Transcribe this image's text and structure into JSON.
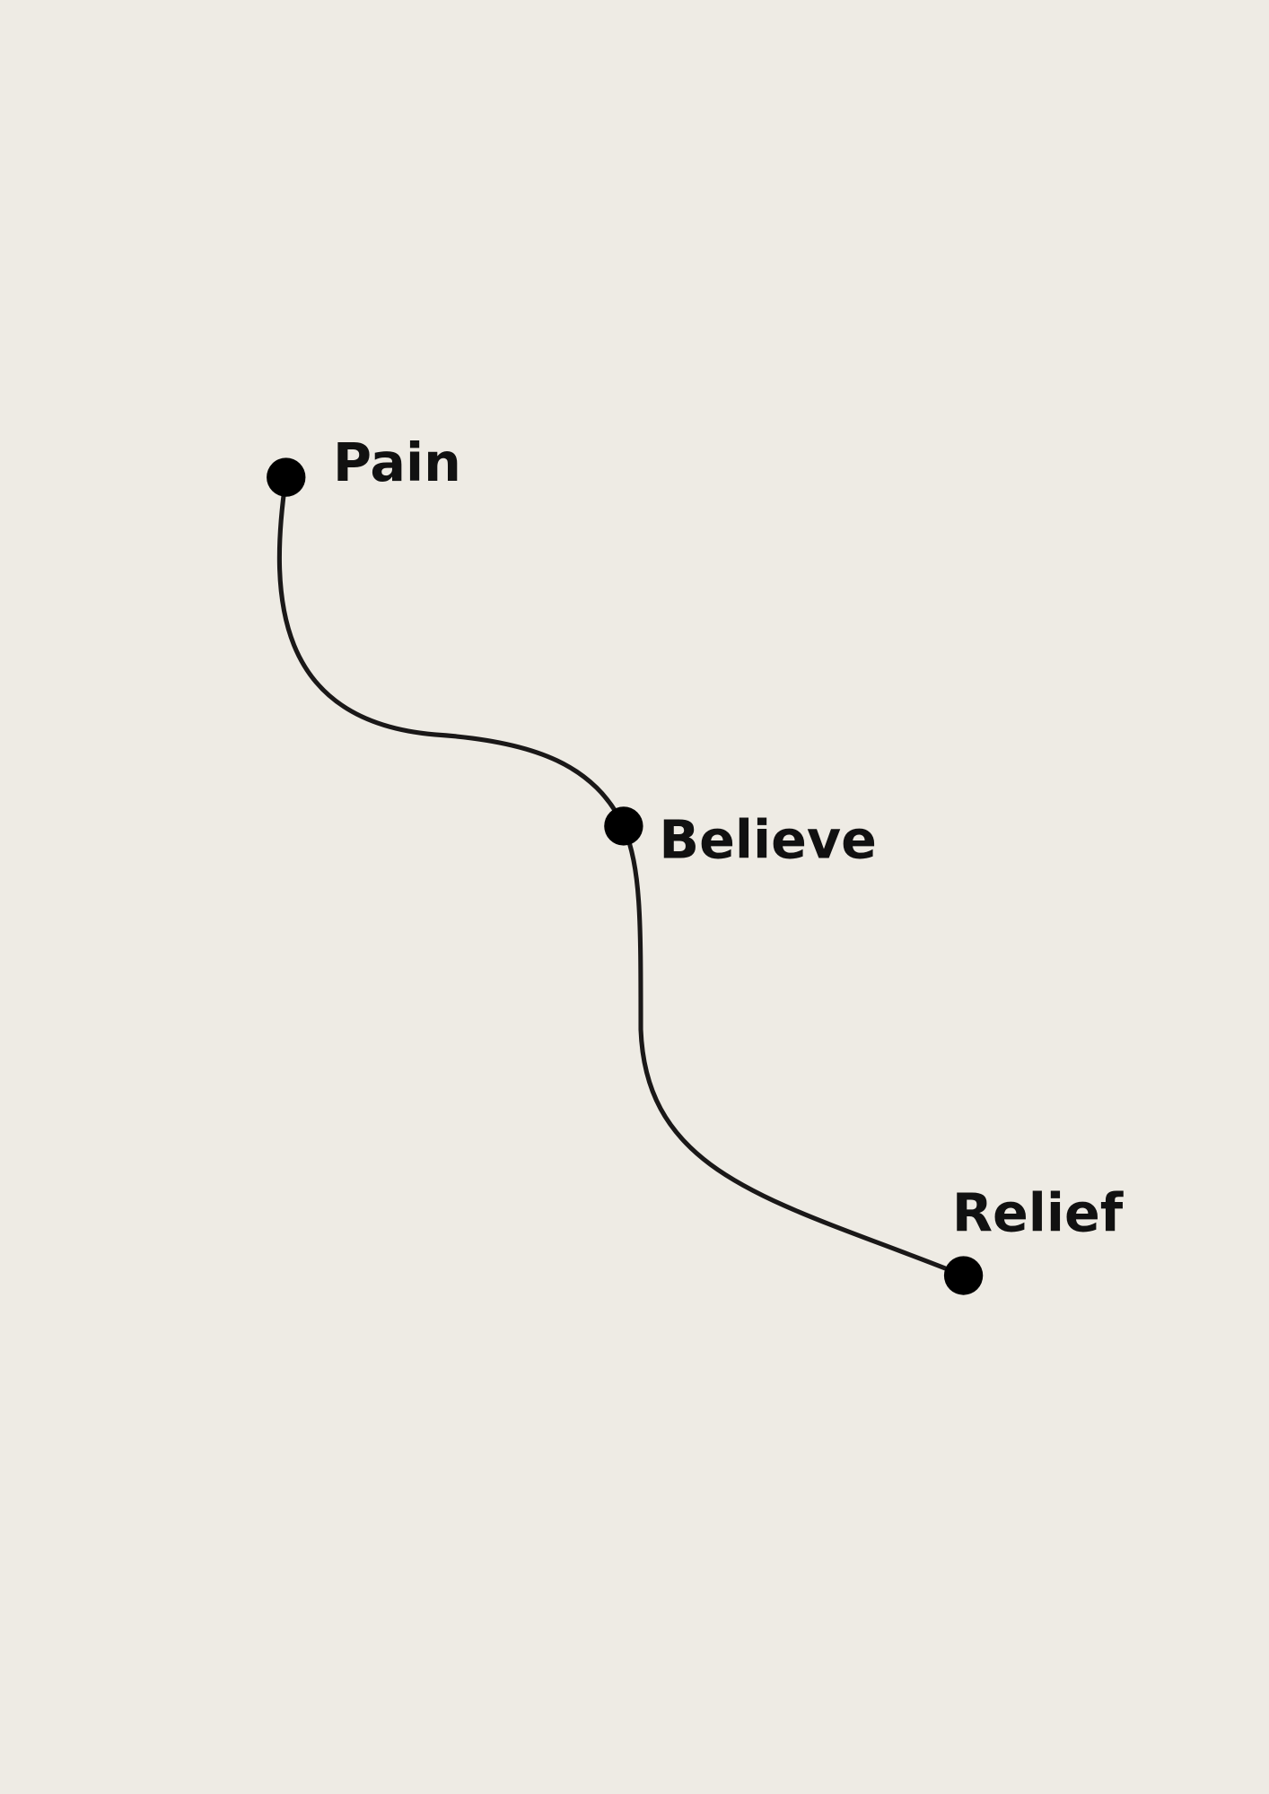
{
  "diagram": {
    "nodes": [
      {
        "label": "Pain"
      },
      {
        "label": "Believe"
      },
      {
        "label": "Relief"
      }
    ],
    "colors": {
      "background": "#eeebe4",
      "ink": "#111111"
    }
  }
}
